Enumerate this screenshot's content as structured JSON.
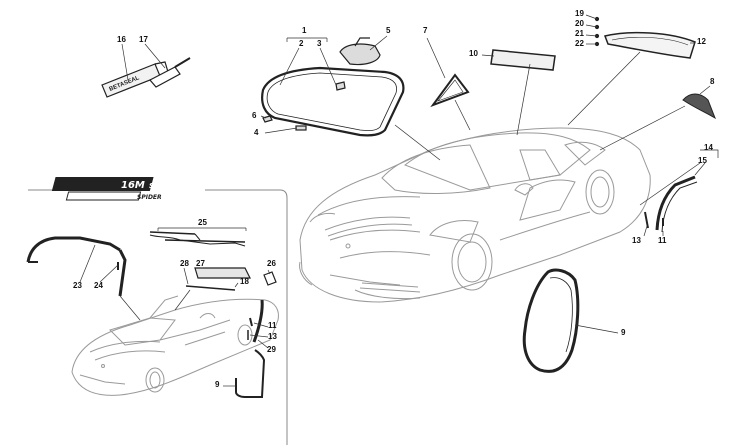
{
  "diagram": {
    "callouts": [
      "1",
      "2",
      "3",
      "4",
      "5",
      "6",
      "7",
      "8",
      "9",
      "10",
      "11",
      "12",
      "13",
      "14",
      "15",
      "16",
      "17",
      "18",
      "19",
      "20",
      "21",
      "22",
      "23",
      "24",
      "25",
      "26",
      "27",
      "28",
      "29"
    ],
    "callouts_inset": [
      "9",
      "11",
      "13"
    ],
    "sealant_label": "BETASEAL",
    "badge": {
      "number": "16M",
      "line1": "SCUDERIA",
      "line2": "SPIDER"
    }
  },
  "colors": {
    "stroke": "#222222",
    "ghost_car": "#9a9a9a",
    "inset_border": "#888888",
    "background": "#ffffff"
  }
}
